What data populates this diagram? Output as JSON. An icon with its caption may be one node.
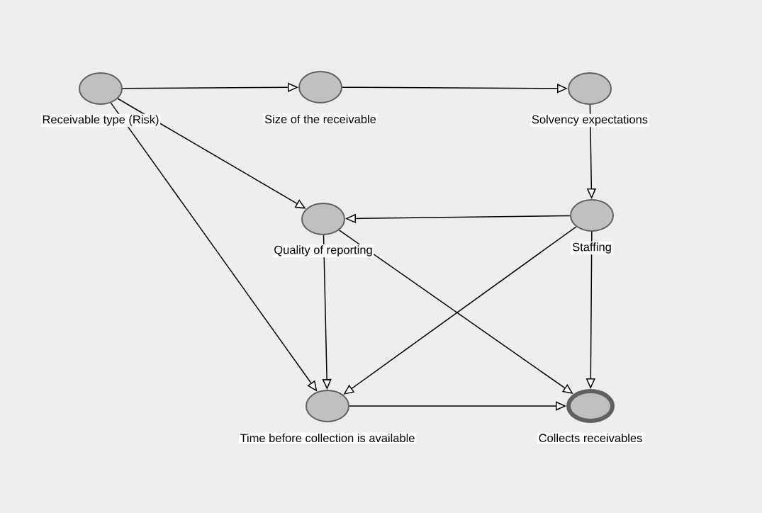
{
  "diagram": {
    "nodes": [
      {
        "text": [],
        "shape": "circle",
        "beside": [
          "Receivable type (Risk)"
        ]
      },
      {
        "text": [],
        "shape": "circle",
        "beside": [
          "Size of the receivable"
        ]
      },
      {
        "text": [],
        "shape": "circle",
        "beside": [
          "Solvency expectations"
        ]
      },
      {
        "text": [],
        "shape": "circle",
        "beside": [
          "Quality of reporting"
        ]
      },
      {
        "text": [],
        "shape": "circle",
        "beside": [
          "Staffing"
        ]
      },
      {
        "text": [],
        "shape": "circle",
        "beside": [
          "Time before collection is available"
        ]
      },
      {
        "text": [],
        "shape": "circle",
        "beside": [
          "Collects receivables"
        ]
      }
    ],
    "edges": [
      {
        "from": 0,
        "to": 1,
        "arrow": "to"
      },
      {
        "from": 1,
        "to": 2,
        "arrow": "to"
      },
      {
        "from": 0,
        "to": 3,
        "arrow": "to"
      },
      {
        "from": 0,
        "to": 5,
        "arrow": "to"
      },
      {
        "from": 2,
        "to": 4,
        "arrow": "to"
      },
      {
        "from": 4,
        "to": 3,
        "arrow": "to"
      },
      {
        "from": 3,
        "to": 5,
        "arrow": "to"
      },
      {
        "from": 3,
        "to": 6,
        "arrow": "to"
      },
      {
        "from": 4,
        "to": 5,
        "arrow": "to"
      },
      {
        "from": 4,
        "to": 6,
        "arrow": "to"
      },
      {
        "from": 5,
        "to": 6,
        "arrow": "to"
      }
    ]
  }
}
